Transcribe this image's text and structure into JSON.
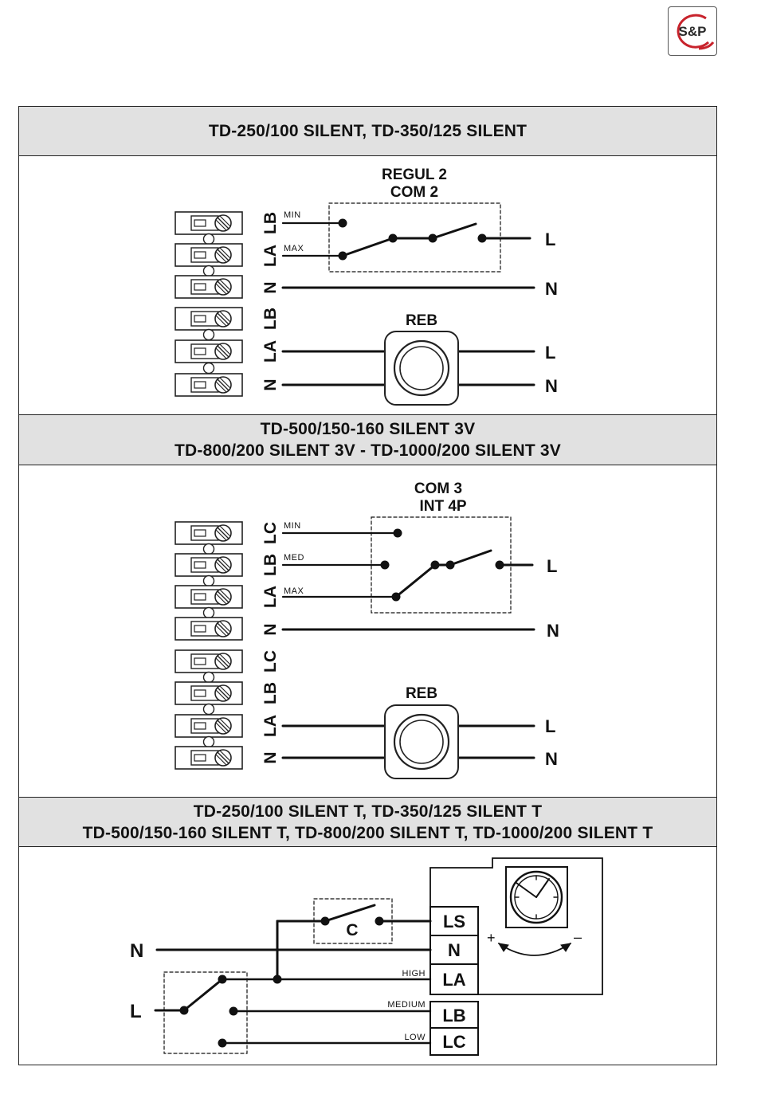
{
  "logo": {
    "text": "S&P"
  },
  "sections": [
    {
      "title_lines": [
        "TD-250/100 SILENT,  TD-350/125 SILENT"
      ],
      "switch_title": [
        "REGUL 2",
        "COM 2"
      ],
      "terminals_top": [
        "LB",
        "LA",
        "N"
      ],
      "wire_labels": [
        "MIN",
        "MAX"
      ],
      "outputs_top": [
        "L",
        "N"
      ],
      "reb_label": "REB",
      "terminals_bottom": [
        "LB",
        "LA",
        "N"
      ],
      "outputs_bottom": [
        "L",
        "N"
      ]
    },
    {
      "title_lines": [
        "TD-500/150-160 SILENT 3V",
        "TD-800/200 SILENT 3V - TD-1000/200 SILENT 3V"
      ],
      "switch_title": [
        "COM 3",
        "INT 4P"
      ],
      "terminals_top": [
        "LC",
        "LB",
        "LA",
        "N"
      ],
      "wire_labels": [
        "MIN",
        "MED",
        "MAX"
      ],
      "outputs_top": [
        "L",
        "N"
      ],
      "reb_label": "REB",
      "terminals_bottom": [
        "LC",
        "LB",
        "LA",
        "N"
      ],
      "outputs_bottom": [
        "L",
        "N"
      ]
    },
    {
      "title_lines": [
        "TD-250/100 SILENT T,  TD-350/125 SILENT T",
        "TD-500/150-160 SILENT T, TD-800/200 SILENT T, TD-1000/200 SILENT T"
      ],
      "inputs": [
        "N",
        "L"
      ],
      "contact_label": "C",
      "terminals": [
        "LS",
        "N",
        "LA",
        "LB",
        "LC"
      ],
      "wire_labels": [
        "HIGH",
        "MEDIUM",
        "LOW"
      ],
      "timer_plus": "+",
      "timer_minus": "–"
    }
  ]
}
